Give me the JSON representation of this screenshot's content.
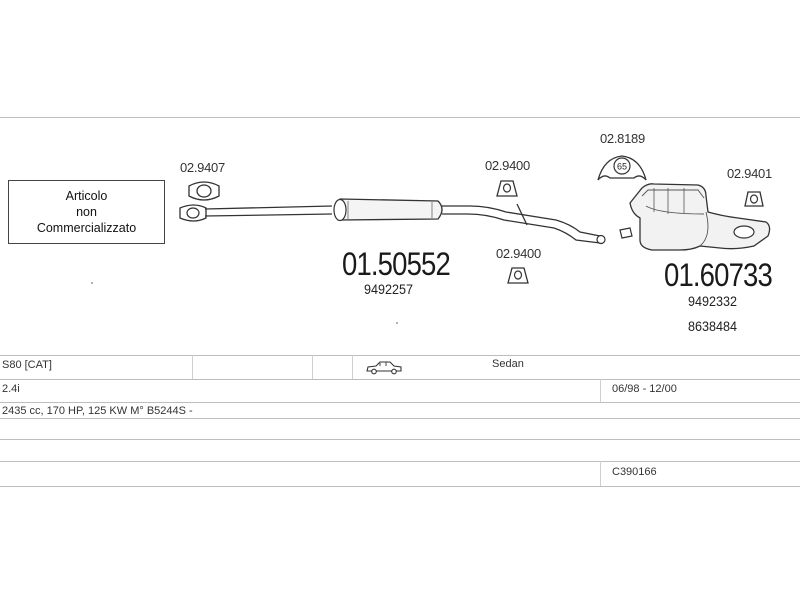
{
  "notice": {
    "line1": "Articolo",
    "line2": "non",
    "line3": "Commercializzato"
  },
  "parts": {
    "front_flange_gasket": "02.9407",
    "rubber_mount_upper": "02.9400",
    "rubber_mount_lower": "02.9400",
    "rear_hanger": "02.8189",
    "rear_hanger_label": "65",
    "rear_mount": "02.9401"
  },
  "middle_silencer": {
    "code": "01.50552",
    "oem": "9492257"
  },
  "rear_silencer": {
    "code": "01.60733",
    "oem1": "9492332",
    "oem2": "8638484"
  },
  "vehicle": {
    "model": "S80  [CAT]",
    "body": "Sedan",
    "engine": "2.4i",
    "period": "06/98 - 12/00",
    "spec": "2435 cc, 170 HP, 125 KW M° B5244S -",
    "catalog_id": "C390166"
  },
  "icons": {
    "body_type": "sedan-car-icon"
  }
}
